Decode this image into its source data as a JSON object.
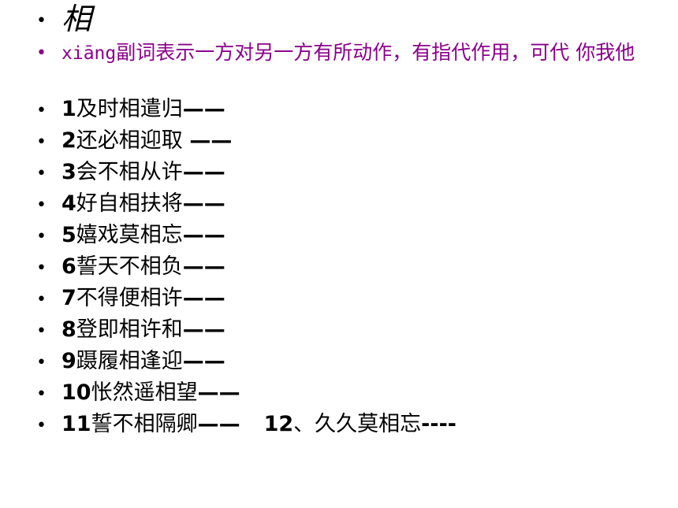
{
  "slide": {
    "title": "相",
    "definition": {
      "pinyin": "xiāng",
      "text": "副词表示一方对另一方有所动作，有指代作用，可代 你我他"
    },
    "items": [
      {
        "num": "1",
        "text": "及时相遣归",
        "dash": "——"
      },
      {
        "num": "2",
        "text": "还必相迎取 ",
        "dash": "——"
      },
      {
        "num": "3",
        "text": "会不相从许",
        "dash": "——"
      },
      {
        "num": "4",
        "text": "好自相扶将",
        "dash": "——"
      },
      {
        "num": "5",
        "text": "嬉戏莫相忘",
        "dash": "——"
      },
      {
        "num": "6",
        "text": "誓天不相负",
        "dash": "——"
      },
      {
        "num": "7",
        "text": "不得便相许",
        "dash": "——"
      },
      {
        "num": "8",
        "text": "登即相许和",
        "dash": "——"
      },
      {
        "num": "9",
        "text": "蹑履相逢迎",
        "dash": "——"
      },
      {
        "num": "10",
        "text": "怅然遥相望",
        "dash": "——"
      },
      {
        "num": "11",
        "text": "誓不相隔卿",
        "dash": "——",
        "extra_num": "12",
        "extra_text": "、久久莫相忘",
        "extra_dash": "----"
      }
    ],
    "bullet_glyph": "•",
    "colors": {
      "definition": "#8b008b",
      "text": "#000000",
      "background": "#ffffff"
    }
  }
}
